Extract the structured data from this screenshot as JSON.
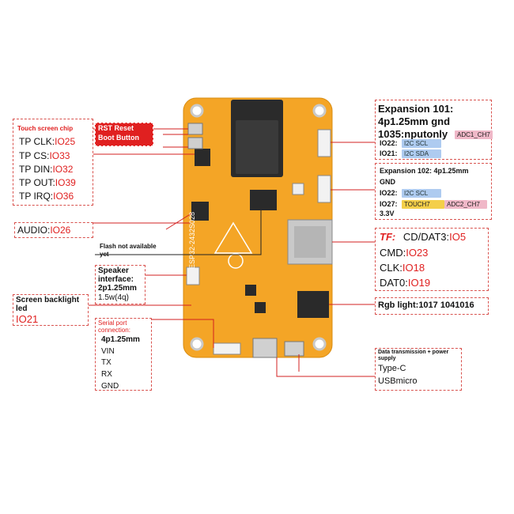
{
  "touch": {
    "title": "Touch screen chip",
    "rows": [
      {
        "label": "TP CLK:",
        "pin": "IO25"
      },
      {
        "label": "TP CS:",
        "pin": "IO33"
      },
      {
        "label": "TP DIN:",
        "pin": "IO32"
      },
      {
        "label": "TP OUT:",
        "pin": "IO39"
      },
      {
        "label": "TP IRQ:",
        "pin": "IO36"
      }
    ]
  },
  "rst_boot": {
    "line1": "RST Reset",
    "line2": "Boot Button"
  },
  "audio": {
    "label": "AUDIO:",
    "pin": "IO26"
  },
  "flash": {
    "text": "Flash not available yet"
  },
  "speaker": {
    "line1": "Speaker",
    "line2": "interface:",
    "line3": "2p1.25mm",
    "line4": "1.5w(4q)"
  },
  "backlight": {
    "line1": "Screen backlight",
    "line2": "led",
    "pin": "IO21"
  },
  "serial": {
    "title1": "Serial port",
    "title2": "connection:",
    "items": [
      "4p1.25mm",
      "VIN",
      "TX",
      "RX",
      "GND"
    ]
  },
  "exp101": {
    "line1": "Expansion 101:",
    "line2": "4p1.25mm gnd",
    "line3": "1035:nputonly",
    "adc_tag": "ADC1_CH7",
    "row1_label": "IO22:",
    "row1_tag": "I2C SCL",
    "row2_label": "IO21:",
    "row2_tag": "I2C SDA"
  },
  "exp102": {
    "line1": "Expansion 102: 4p1.25mm",
    "line2": "GND",
    "row1_label": "IO22:",
    "row1_tag": "I2C SCL",
    "row2_label": "IO27:",
    "row2_tag1": "TOUCH7",
    "row2_tag2": "ADC2_CH7",
    "line3": "3.3V"
  },
  "tf": {
    "title": "TF:",
    "rows": [
      {
        "label": "CD/DAT3:",
        "pin": "IO5"
      },
      {
        "label": "CMD:",
        "pin": "IO23"
      },
      {
        "label": "CLK:",
        "pin": "IO18"
      },
      {
        "label": "DAT0:",
        "pin": "IO19"
      }
    ]
  },
  "rgb": {
    "text": "Rgb light:1017 1041016"
  },
  "data": {
    "title": "Data transmission + power supply",
    "items": [
      "Type-C",
      "USBmicro"
    ]
  },
  "board": {
    "silkscreen": "ESP32-2432S028"
  },
  "colors": {
    "board": "#f4a526",
    "accent": "#e02020",
    "chip": "#2a2a2a"
  }
}
